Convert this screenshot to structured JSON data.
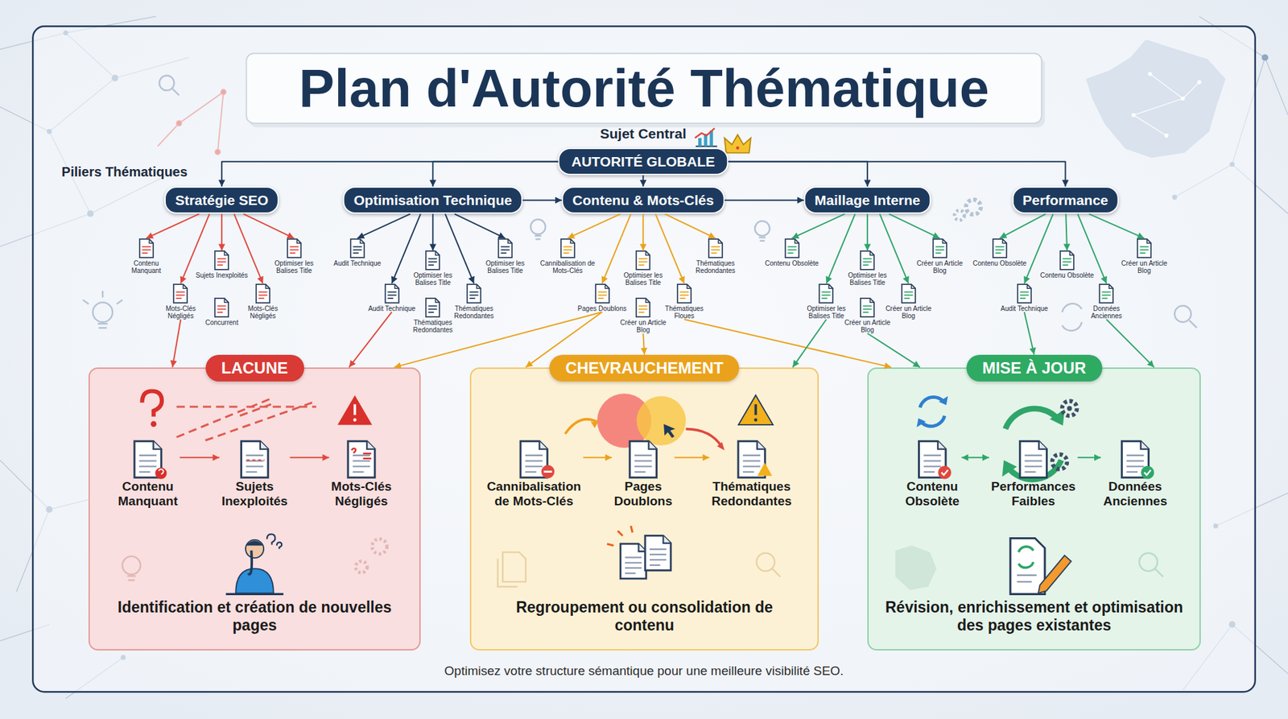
{
  "diagram": {
    "title": "Plan d'Autorité Thématique",
    "caption": "Optimisez votre structure sémantique pour une meilleure visibilité SEO.",
    "nodes": [
      {
        "text": [
          "AUTORITÉ GLOBALE"
        ]
      },
      {
        "text": [
          "Stratégie SEO"
        ]
      },
      {
        "text": [
          "Optimisation Technique"
        ]
      },
      {
        "text": [
          "Contenu & Mots-Clés"
        ]
      },
      {
        "text": [
          "Maillage Interne"
        ]
      },
      {
        "text": [
          "Performance"
        ]
      },
      {
        "text": [
          "Contenu Manquant"
        ]
      },
      {
        "text": [
          "Sujets Inexploités"
        ]
      },
      {
        "text": [
          "Optimiser les Balises Title"
        ]
      },
      {
        "text": [
          "Mots-Clés Négligés"
        ]
      },
      {
        "text": [
          "Concurrent"
        ]
      },
      {
        "text": [
          "Mots-Clés Négligés"
        ]
      },
      {
        "text": [
          "Audit Technique"
        ]
      },
      {
        "text": [
          "Optimiser les Balises Title"
        ]
      },
      {
        "text": [
          "Optimiser les Balises Title"
        ]
      },
      {
        "text": [
          "Audit Technique"
        ]
      },
      {
        "text": [
          "Thématiques Redondantes"
        ]
      },
      {
        "text": [
          "Thématiques Redondantes"
        ]
      },
      {
        "text": [
          "Cannibalisation de Mots-Clés"
        ]
      },
      {
        "text": [
          "Optimiser les Balises Title"
        ]
      },
      {
        "text": [
          "Thématiques Redondantes"
        ]
      },
      {
        "text": [
          "Pages Doublons"
        ]
      },
      {
        "text": [
          "Créer un Article Blog"
        ]
      },
      {
        "text": [
          "Thématiques Floues"
        ]
      },
      {
        "text": [
          "Contenu Obsolète"
        ]
      },
      {
        "text": [
          "Optimiser les Balises Title"
        ]
      },
      {
        "text": [
          "Créer un Article Blog"
        ]
      },
      {
        "text": [
          "Optimiser les Balises Title"
        ]
      },
      {
        "text": [
          "Créer un Article Blog"
        ]
      },
      {
        "text": [
          "Créer un Article Blog"
        ]
      },
      {
        "text": [
          "Contenu Obsolète"
        ]
      },
      {
        "text": [
          "Contenu Obsolète"
        ]
      },
      {
        "text": [
          "Créer un Article Blog"
        ]
      },
      {
        "text": [
          "Audit Technique"
        ]
      },
      {
        "text": [
          "Données Anciennes"
        ]
      },
      {
        "text": [
          "LACUNE",
          "Identification et création de nouvelles pages"
        ]
      },
      {
        "text": [
          "Contenu Manquant"
        ],
        "in": 35
      },
      {
        "text": [
          "Sujets Inexploités"
        ],
        "in": 35
      },
      {
        "text": [
          "Mots-Clés Négligés"
        ],
        "in": 35
      },
      {
        "text": [
          "CHEVRAUCHEMENT",
          "Regroupement ou consolidation de contenu"
        ]
      },
      {
        "text": [
          "Cannibalisation de Mots-Clés"
        ],
        "in": 39
      },
      {
        "text": [
          "Pages Doublons"
        ],
        "in": 39
      },
      {
        "text": [
          "Thématiques Redondantes"
        ],
        "in": 39
      },
      {
        "text": [
          "MISE À JOUR",
          "Révision, enrichissement et optimisation des pages existantes"
        ]
      },
      {
        "text": [
          "Contenu Obsolète"
        ],
        "in": 43
      },
      {
        "text": [
          "Performances Faibles"
        ],
        "in": 43
      },
      {
        "text": [
          "Données Anciennes"
        ],
        "in": 43
      }
    ],
    "edges": [
      {
        "from": 0,
        "to": 1,
        "arrow": "to"
      },
      {
        "from": 0,
        "to": 2,
        "arrow": "to"
      },
      {
        "from": 0,
        "to": 3,
        "arrow": "to"
      },
      {
        "from": 0,
        "to": 4,
        "arrow": "to"
      },
      {
        "from": 0,
        "to": 5,
        "arrow": "to"
      },
      {
        "from": 2,
        "to": 3,
        "arrow": "to"
      },
      {
        "from": 3,
        "to": 4,
        "arrow": "to"
      },
      {
        "from": 1,
        "to": 6,
        "arrow": "to"
      },
      {
        "from": 1,
        "to": 7,
        "arrow": "to"
      },
      {
        "from": 1,
        "to": 8,
        "arrow": "to"
      },
      {
        "from": 1,
        "to": 9,
        "arrow": "to"
      },
      {
        "from": 1,
        "to": 11,
        "arrow": "to"
      },
      {
        "from": 2,
        "to": 12,
        "arrow": "to"
      },
      {
        "from": 2,
        "to": 13,
        "arrow": "to"
      },
      {
        "from": 2,
        "to": 14,
        "arrow": "to"
      },
      {
        "from": 2,
        "to": 15,
        "arrow": "to"
      },
      {
        "from": 2,
        "to": 17,
        "arrow": "to"
      },
      {
        "from": 3,
        "to": 18,
        "arrow": "to"
      },
      {
        "from": 3,
        "to": 19,
        "arrow": "to"
      },
      {
        "from": 3,
        "to": 20,
        "arrow": "to"
      },
      {
        "from": 3,
        "to": 21,
        "arrow": "to"
      },
      {
        "from": 3,
        "to": 23,
        "arrow": "to"
      },
      {
        "from": 4,
        "to": 24,
        "arrow": "to"
      },
      {
        "from": 4,
        "to": 25,
        "arrow": "to"
      },
      {
        "from": 4,
        "to": 26,
        "arrow": "to"
      },
      {
        "from": 4,
        "to": 27,
        "arrow": "to"
      },
      {
        "from": 4,
        "to": 29,
        "arrow": "to"
      },
      {
        "from": 5,
        "to": 30,
        "arrow": "to"
      },
      {
        "from": 5,
        "to": 31,
        "arrow": "to"
      },
      {
        "from": 5,
        "to": 32,
        "arrow": "to"
      },
      {
        "from": 5,
        "to": 33,
        "arrow": "to"
      },
      {
        "from": 5,
        "to": 34,
        "arrow": "to"
      },
      {
        "from": 9,
        "to": 35,
        "arrow": "to"
      },
      {
        "from": 15,
        "to": 35,
        "arrow": "to"
      },
      {
        "from": 21,
        "to": 35,
        "arrow": "to"
      },
      {
        "from": 21,
        "to": 39,
        "arrow": "to"
      },
      {
        "from": 22,
        "to": 39,
        "arrow": "to"
      },
      {
        "from": 23,
        "to": 43,
        "arrow": "to"
      },
      {
        "from": 27,
        "to": 39,
        "arrow": "to"
      },
      {
        "from": 28,
        "to": 43,
        "arrow": "to"
      },
      {
        "from": 33,
        "to": 43,
        "arrow": "to"
      },
      {
        "from": 34,
        "to": 43,
        "arrow": "to"
      },
      {
        "from": 36,
        "to": 37,
        "arrow": "to"
      },
      {
        "from": 37,
        "to": 38,
        "arrow": "to"
      },
      {
        "from": 40,
        "to": 41,
        "arrow": "to"
      },
      {
        "from": 41,
        "to": 42,
        "arrow": "to"
      },
      {
        "from": 44,
        "to": 45,
        "arrow": "both"
      },
      {
        "from": 45,
        "to": 46,
        "arrow": "to"
      }
    ],
    "labels": [
      "Sujet Central",
      "Piliers Thématiques"
    ]
  }
}
